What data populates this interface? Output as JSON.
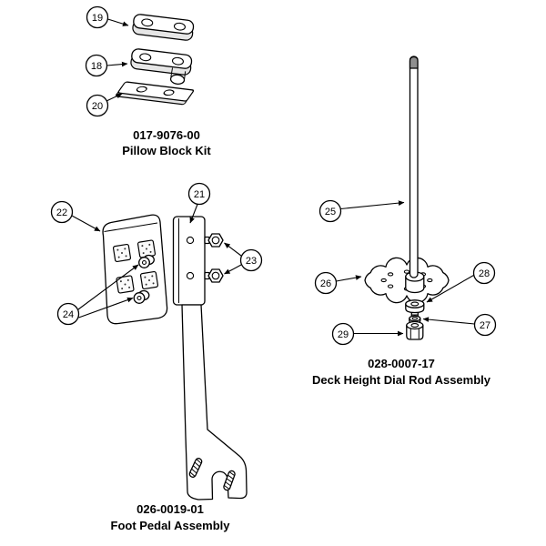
{
  "diagram": {
    "background": "#ffffff",
    "line_color": "#000000",
    "assemblies": {
      "pillow_block": {
        "part_number": "017-9076-00",
        "name": "Pillow Block Kit",
        "callouts": {
          "n18": "18",
          "n19": "19",
          "n20": "20"
        }
      },
      "foot_pedal": {
        "part_number": "026-0019-01",
        "name": "Foot Pedal Assembly",
        "callouts": {
          "n21": "21",
          "n22": "22",
          "n23": "23",
          "n24": "24"
        }
      },
      "dial_rod": {
        "part_number": "028-0007-17",
        "name": "Deck Height Dial Rod Assembly",
        "callouts": {
          "n25": "25",
          "n26": "26",
          "n27": "27",
          "n28": "28",
          "n29": "29"
        }
      }
    }
  }
}
